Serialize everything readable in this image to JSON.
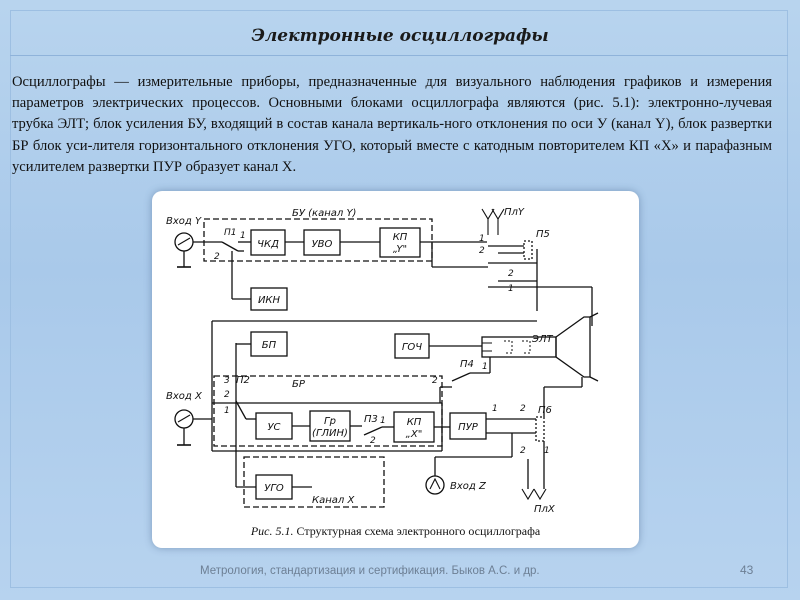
{
  "slide": {
    "title": "Электронные осциллографы",
    "body": "Осциллографы — измерительные приборы, предназначенные для визуального наблюдения графиков и измерения параметров электрических процессов. Основными блоками осциллографа являются (рис. 5.1): электронно-лучевая трубка ЭЛТ; блок усиления БУ, входящий в состав канала вертикаль-ного отклонения по оси У (канал Y), блок развертки БР блок уси-лителя горизонтального отклонения УГО, который вместе с катодным повторителем КП «X» и парафазным усилителем развертки ПУР образует канал X.",
    "footer": "Метрология, стандартизация и сертификация. Быков А.С. и др.",
    "page_number": "43"
  },
  "figure": {
    "caption_ref": "Рис. 5.1.",
    "caption_text": "Структурная схема электронного осциллографа",
    "labels": {
      "input_y": "Вход Y",
      "input_x": "Вход X",
      "input_z": "Вход Z",
      "group_bu": "БУ (канал Y)",
      "group_br": "БР",
      "group_kanal_x": "Канал X",
      "p1": "П1",
      "p2": "П2",
      "p3": "П3",
      "p4": "П4",
      "p5": "П5",
      "p6": "П6",
      "ply": "ПлY",
      "plx": "ПлX",
      "elt": "ЭЛТ",
      "n1": "1",
      "n2": "2",
      "n3": "3"
    },
    "blocks": {
      "chkd": "ЧКД",
      "uvo": "УВО",
      "kpy_top": "КП",
      "kpy_bottom": "„Y\"",
      "ikn": "ИКН",
      "bp": "БП",
      "goch": "ГОЧ",
      "us": "УС",
      "gr_top": "Гр",
      "gr_bottom": "(ГЛИН)",
      "kpx_top": "КП",
      "kpx_bottom": "„X\"",
      "pur": "ПУР",
      "ugo": "УГО"
    }
  }
}
